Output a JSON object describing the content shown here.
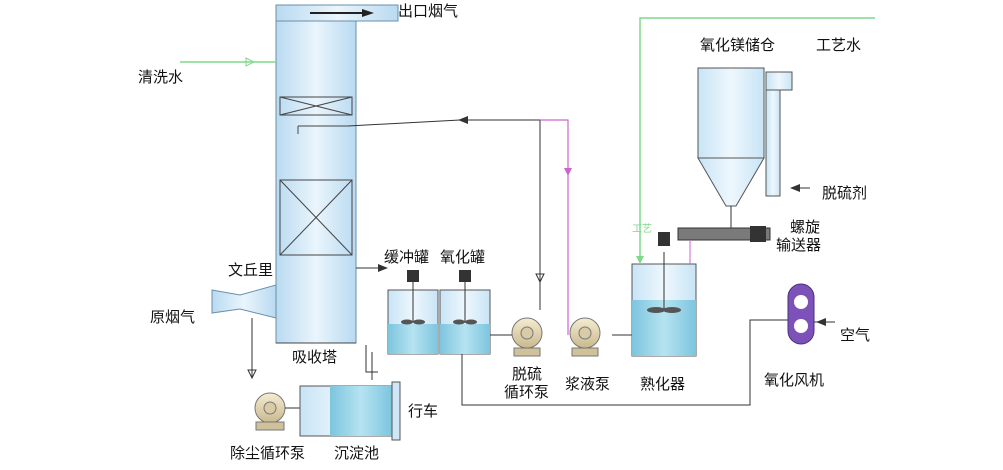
{
  "labels": {
    "outlet_gas": "出口烟气",
    "wash_water": "清洗水",
    "venturi": "文丘里",
    "raw_gas": "原烟气",
    "absorber": "吸收塔",
    "buffer_tank": "缓冲罐",
    "oxidation_tank": "氧化罐",
    "desulf_pump_1": "脱硫",
    "desulf_pump_2": "循环泵",
    "slurry_pump": "浆液泵",
    "curing_tank": "熟化器",
    "mgo_silo": "氧化镁储仓",
    "process_water": "工艺水",
    "desulfurizer": "脱硫剂",
    "screw_1": "螺旋",
    "screw_2": "输送器",
    "air": "空气",
    "oxidation_fan": "氧化风机",
    "dust_pump": "除尘循环泵",
    "settling_tank": "沉淀池",
    "crane": "行车",
    "side_tag": "工艺"
  },
  "colors": {
    "tower_fill": "#cfe6f6",
    "water_fill": "#8fd0e6",
    "line": "#3a3a3a",
    "green_line": "#7fd98a",
    "purple_line": "#cc66cc",
    "fan_fill": "#7d52b8"
  }
}
